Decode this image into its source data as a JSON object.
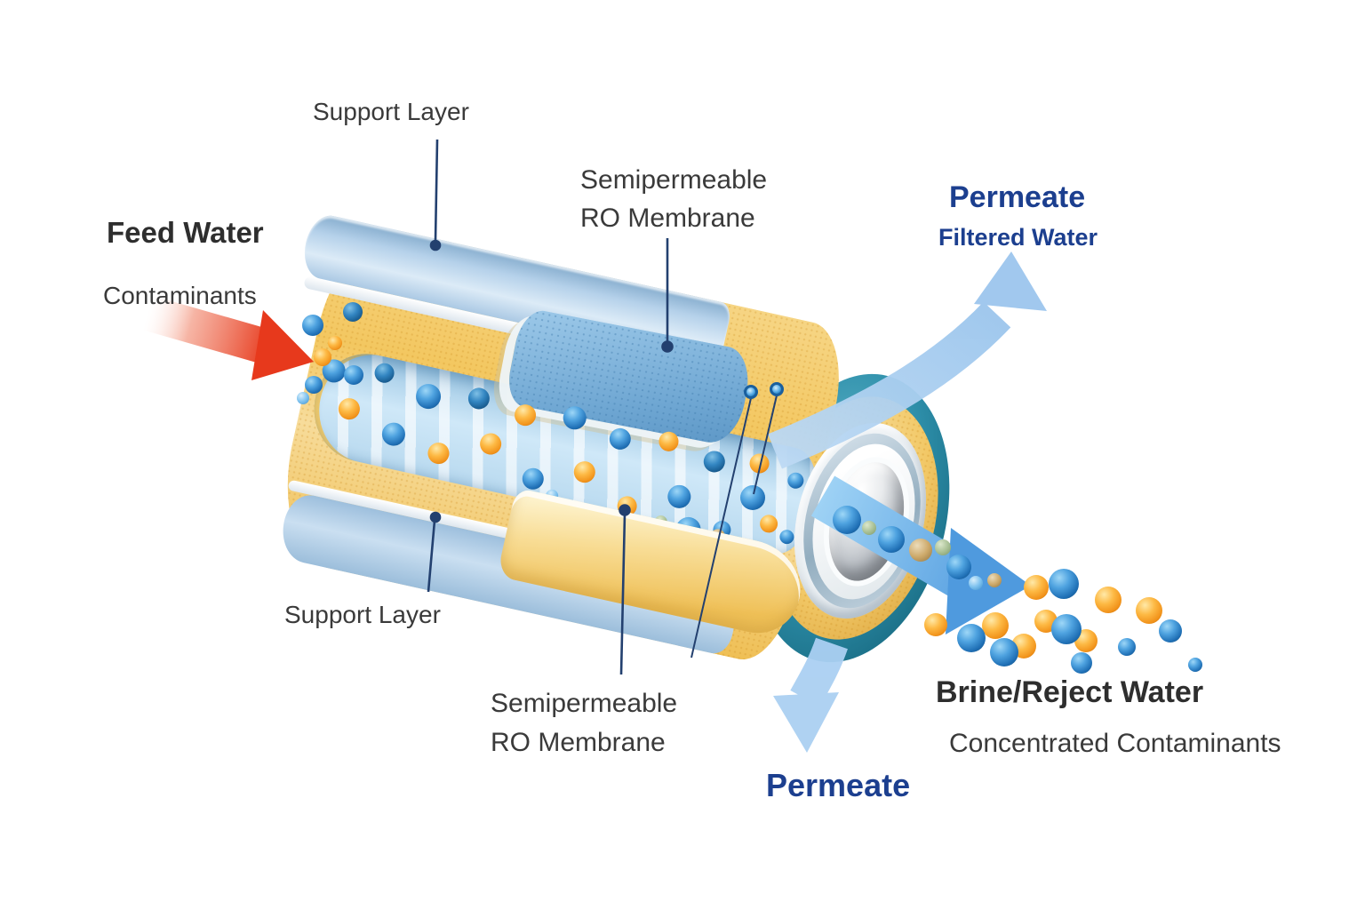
{
  "labels": {
    "feed_water": "Feed Water",
    "contaminants": "Contaminants",
    "support_layer_top": "Support Layer",
    "support_layer_bottom": "Support Layer",
    "membrane_top_line1": "Semipermeable",
    "membrane_top_line2": "RO Membrane",
    "membrane_bottom_line1": "Semipermeable",
    "membrane_bottom_line2": "RO Membrane",
    "permeate_top": "Permeate",
    "filtered_water": "Filtered Water",
    "permeate_bottom": "Permeate",
    "brine_reject": "Brine/Reject Water",
    "concentrated_contaminants": "Concentrated Contaminants"
  },
  "colors": {
    "background": "#ffffff",
    "label_dark": "#3a3a3a",
    "label_navy": "#1c3f8f",
    "leader_line_navy": "#23406f",
    "feed_arrow_red": "#e7391c",
    "permeate_arrow_blue": "#a9cff2",
    "brine_arrow_blue": "#57a1e2",
    "support_layer_blue": "#b5d1ea",
    "layer_yellow": "#f3c760",
    "feed_channel_blue": "#cfe8f8",
    "membrane_blue": "#6ea6d2",
    "ring_teal": "#2e90ab",
    "core_gray": "#b9bec4",
    "particle_blue": "#2b87cf",
    "particle_orange": "#f59a1a"
  },
  "particles": {
    "channel": [
      [
        62,
        170,
        13,
        "blue"
      ],
      [
        118,
        160,
        11,
        "dblue"
      ],
      [
        172,
        175,
        14,
        "blue"
      ],
      [
        228,
        165,
        12,
        "dblue"
      ],
      [
        283,
        172,
        12,
        "orange"
      ],
      [
        338,
        163,
        13,
        "blue"
      ],
      [
        393,
        175,
        12,
        "blue"
      ],
      [
        447,
        166,
        11,
        "orange"
      ],
      [
        502,
        177,
        12,
        "dblue"
      ],
      [
        552,
        168,
        11,
        "orange"
      ],
      [
        596,
        178,
        9,
        "blue"
      ],
      [
        88,
        208,
        12,
        "orange"
      ],
      [
        143,
        225,
        13,
        "blue"
      ],
      [
        197,
        235,
        12,
        "orange"
      ],
      [
        252,
        212,
        12,
        "orange"
      ],
      [
        307,
        240,
        12,
        "blue"
      ],
      [
        362,
        220,
        12,
        "orange"
      ],
      [
        417,
        247,
        11,
        "orange"
      ],
      [
        472,
        224,
        13,
        "blue"
      ],
      [
        527,
        250,
        10,
        "blue"
      ],
      [
        577,
        232,
        10,
        "orange"
      ],
      [
        332,
        254,
        7,
        "lblue"
      ],
      [
        524,
        258,
        8,
        "tan"
      ],
      [
        458,
        256,
        7,
        "sage"
      ],
      [
        490,
        258,
        14,
        "blue"
      ],
      [
        600,
        242,
        8,
        "blue"
      ]
    ],
    "entrance": [
      [
        352,
        366,
        12,
        "blue"
      ],
      [
        397,
        351,
        11,
        "dblue"
      ],
      [
        363,
        402,
        10,
        "orange"
      ],
      [
        377,
        386,
        8,
        "orange"
      ],
      [
        353,
        433,
        10,
        "blue"
      ],
      [
        398,
        422,
        11,
        "blue"
      ],
      [
        341,
        448,
        7,
        "lblue"
      ]
    ],
    "brine_stream": [
      [
        953,
        585,
        16,
        "blue"
      ],
      [
        978,
        594,
        8,
        "sage"
      ],
      [
        1003,
        607,
        15,
        "blue"
      ],
      [
        1036,
        619,
        13,
        "tan"
      ],
      [
        1061,
        616,
        9,
        "sage"
      ],
      [
        1079,
        638,
        14,
        "blue"
      ],
      [
        1098,
        656,
        8,
        "lblue"
      ],
      [
        1119,
        653,
        8,
        "tan"
      ]
    ],
    "scattered": [
      [
        1053,
        703,
        13,
        "orange"
      ],
      [
        1120,
        704,
        15,
        "orange"
      ],
      [
        1152,
        727,
        14,
        "orange"
      ],
      [
        1166,
        661,
        14,
        "orange"
      ],
      [
        1177,
        699,
        13,
        "orange"
      ],
      [
        1222,
        721,
        13,
        "orange"
      ],
      [
        1247,
        675,
        15,
        "orange"
      ],
      [
        1293,
        687,
        15,
        "orange"
      ],
      [
        1093,
        718,
        16,
        "blue"
      ],
      [
        1130,
        734,
        16,
        "blue"
      ],
      [
        1197,
        657,
        17,
        "blue"
      ],
      [
        1200,
        708,
        17,
        "blue"
      ],
      [
        1217,
        746,
        12,
        "blue"
      ],
      [
        1268,
        728,
        10,
        "blue"
      ],
      [
        1317,
        710,
        13,
        "blue"
      ],
      [
        1345,
        748,
        8,
        "blue"
      ]
    ],
    "membrane_pass": [
      [
        847,
        560,
        14,
        "blue"
      ]
    ],
    "permeate_droplets": [
      [
        845,
        441,
        8
      ],
      [
        874,
        438,
        8
      ]
    ]
  }
}
